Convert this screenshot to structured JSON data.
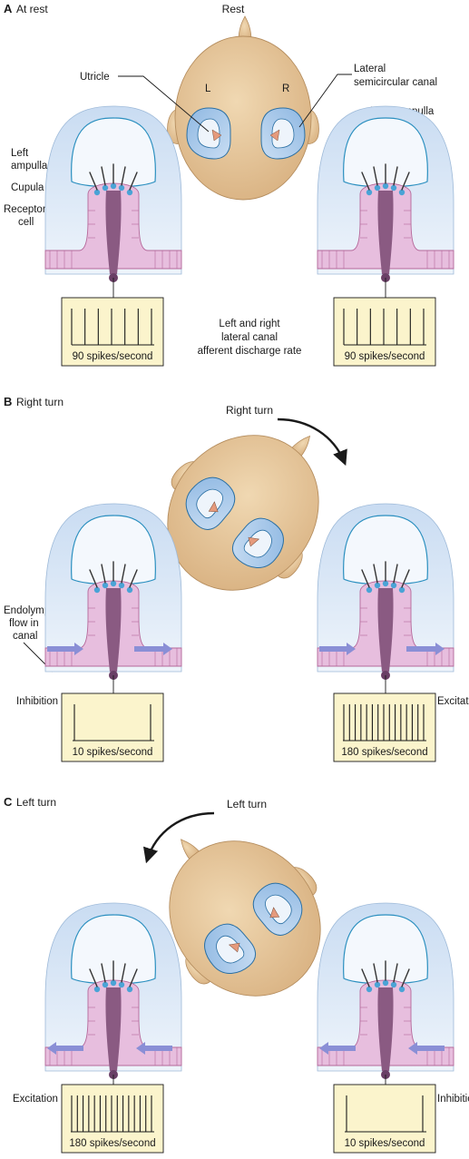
{
  "figure": {
    "sections": {
      "a": {
        "letter": "A",
        "title": "At rest",
        "head_label": "Rest",
        "ear_left_letter": "L",
        "ear_right_letter": "R",
        "utricle_label": "Utricle",
        "lateral_canal_label_1": "Lateral",
        "lateral_canal_label_2": "semicircular canal",
        "right_ampulla_label": "Right ampulla",
        "left_ampulla_label_1": "Left",
        "left_ampulla_label_2": "ampulla",
        "cupula_label": "Cupula",
        "receptor_label_1": "Receptor",
        "receptor_label_2": "cell",
        "center_note_1": "Left and right",
        "center_note_2": "lateral canal",
        "center_note_3": "afferent discharge rate",
        "left_rate": "90 spikes/second",
        "right_rate": "90 spikes/second",
        "left_spike_count": 7,
        "right_spike_count": 7
      },
      "b": {
        "letter": "B",
        "title": "Right turn",
        "turn_label": "Right turn",
        "endolymph_label_1": "Endolymph",
        "endolymph_label_2": "flow in",
        "endolymph_label_3": "canal",
        "left_state": "Inhibition",
        "right_state": "Excitation",
        "left_rate": "10 spikes/second",
        "right_rate": "180 spikes/second",
        "left_spike_count": 2,
        "right_spike_count": 15
      },
      "c": {
        "letter": "C",
        "title": "Left turn",
        "turn_label": "Left turn",
        "left_state": "Excitation",
        "right_state": "Inhibition",
        "left_rate": "180 spikes/second",
        "right_rate": "10 spikes/second",
        "left_spike_count": 15,
        "right_spike_count": 2
      }
    },
    "colors": {
      "head_fill": "#e6c79c",
      "ampulla_fill": "#dde9f6",
      "cupula_stroke": "#2a8fbf",
      "epithelium_fill": "#e7bede",
      "epithelium_stroke": "#b5689a",
      "nerve_fill": "#8a5a82",
      "receptor_fill": "#4aa3d6",
      "record_fill": "#fbf4cc",
      "arrow_fill": "#8a8fd6"
    }
  }
}
